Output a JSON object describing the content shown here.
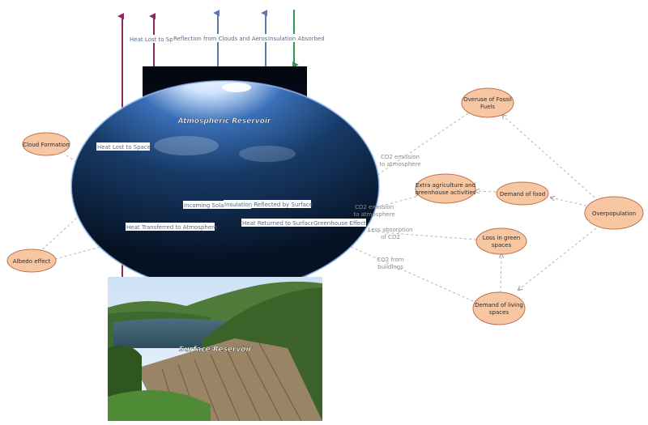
{
  "diagram": {
    "reservoirs": {
      "atmosphere": "Atmospheric Reservoir",
      "surface": "Surface Reservoir"
    },
    "flows": {
      "heat_lost_top": "Heat Lost to Sp...",
      "reflection_clouds": "Reflection from Clouds and Aerosols",
      "insulation_absorbed": "Insulation Absorbed",
      "heat_lost_space": "Heat Lost to Space",
      "incoming_solar": "Incoming Solar Radiation",
      "insulation_reflected": "Insulation Reflected by Surface",
      "heat_transferred": "Heat Transferred to Atmosphere",
      "heat_returned": "Heat Returned to Surface",
      "greenhouse_effect": "Greenhouse Effect"
    },
    "nodes": {
      "cloud_formation": "Cloud Formation",
      "albedo_effect": "Albedo effect",
      "fossil_fuels_l1": "Overuse of Fossil",
      "fossil_fuels_l2": "Fuels",
      "agriculture_l1": "Extra agriculture and",
      "agriculture_l2": "greenhouse activities",
      "demand_food": "Demand of food",
      "overpopulation": "Overpopulation",
      "loss_green_l1": "Loss in green",
      "loss_green_l2": "spaces",
      "living_spaces_l1": "Demand of living",
      "living_spaces_l2": "spaces"
    },
    "links": {
      "co2_atm_1_l1": "CO2 emission",
      "co2_atm_1_l2": "to atmosphere",
      "co2_atm_2_l1": "CO2 emission",
      "co2_atm_2_l2": "to atmosphere",
      "less_absorption_l1": "Less absorption",
      "less_absorption_l2": "of CO2",
      "co2_buildings_l1": "CO2 from",
      "co2_buildings_l2": "buildings"
    },
    "colors": {
      "heat_arrow": "#8b2a5a",
      "reflect_arrow": "#5b7bb0",
      "absorb_arrow": "#2e9a4e",
      "node_fill": "#f7c7a4",
      "node_stroke": "#c0704a",
      "dashed": "#b5b5b5"
    }
  }
}
